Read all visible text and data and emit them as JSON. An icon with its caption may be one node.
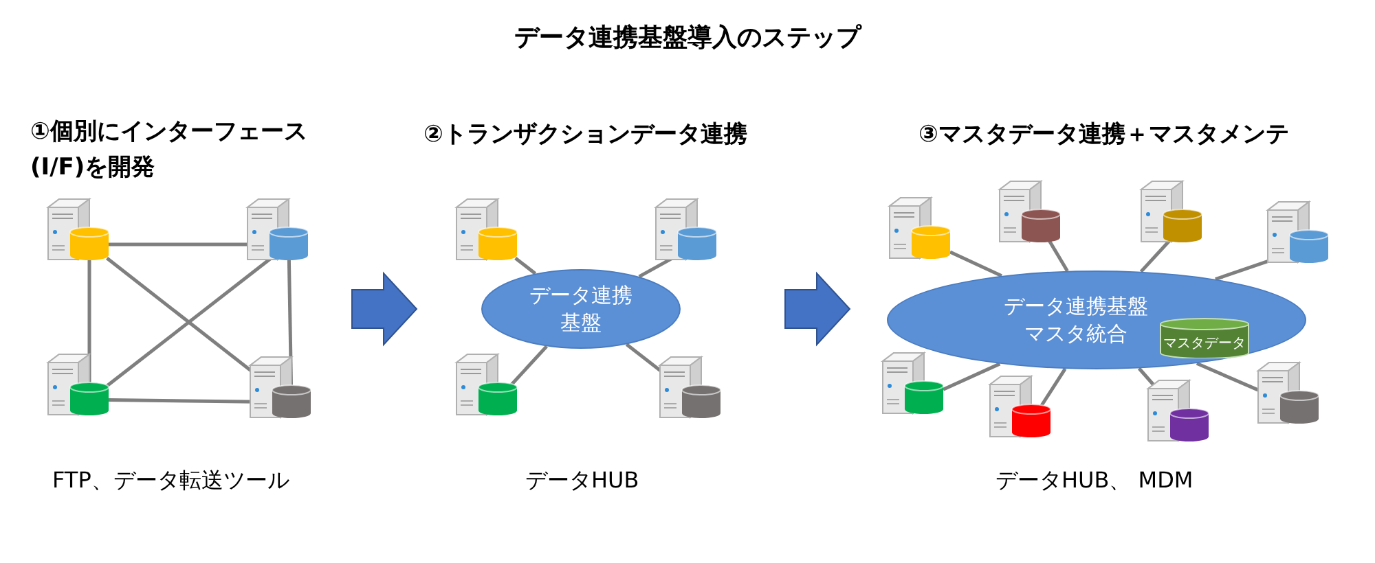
{
  "diagram": {
    "title": "データ連携基盤導入のステップ",
    "nodes": [
      {
        "text": [],
        "shape": "server"
      },
      {
        "text": [],
        "shape": "server"
      },
      {
        "text": [],
        "shape": "server"
      },
      {
        "text": [],
        "shape": "server"
      },
      {
        "text": [],
        "shape": "server"
      },
      {
        "text": [],
        "shape": "server"
      },
      {
        "text": [
          "データ連携基盤"
        ]
      },
      {
        "text": [],
        "shape": "server"
      },
      {
        "text": [],
        "shape": "server"
      },
      {
        "text": [],
        "shape": "server"
      },
      {
        "text": [],
        "shape": "server"
      },
      {
        "text": [],
        "shape": "server"
      },
      {
        "text": [],
        "shape": "server"
      },
      {
        "text": [
          "データ連携基盤マスタ統合"
        ]
      },
      {
        "text": [
          "マスタデータ"
        ],
        "in": 13
      },
      {
        "text": [],
        "shape": "server"
      },
      {
        "text": [],
        "shape": "server"
      },
      {
        "text": [],
        "shape": "server"
      },
      {
        "text": [],
        "shape": "server"
      }
    ],
    "edges": [
      {
        "from": 0,
        "to": 1,
        "arrow": "none"
      },
      {
        "from": 0,
        "to": 2,
        "arrow": "none"
      },
      {
        "from": 0,
        "to": 3,
        "arrow": "none"
      },
      {
        "from": 1,
        "to": 2,
        "arrow": "none"
      },
      {
        "from": 1,
        "to": 3,
        "arrow": "none"
      },
      {
        "from": 2,
        "to": 3,
        "arrow": "none"
      },
      {
        "from": 4,
        "to": 6,
        "arrow": "none"
      },
      {
        "from": 5,
        "to": 6,
        "arrow": "none"
      },
      {
        "from": 7,
        "to": 6,
        "arrow": "none"
      },
      {
        "from": 8,
        "to": 6,
        "arrow": "none"
      },
      {
        "from": 9,
        "to": 13,
        "arrow": "none"
      },
      {
        "from": 10,
        "to": 13,
        "arrow": "none"
      },
      {
        "from": 11,
        "to": 13,
        "arrow": "none"
      },
      {
        "from": 12,
        "to": 13,
        "arrow": "none"
      },
      {
        "from": 15,
        "to": 13,
        "arrow": "none"
      },
      {
        "from": 16,
        "to": 13,
        "arrow": "none"
      },
      {
        "from": 17,
        "to": 13,
        "arrow": "none"
      },
      {
        "from": 18,
        "to": 13,
        "arrow": "none"
      }
    ],
    "labels": [
      "①個別にインターフェース(I/F)を開発",
      "②トランザクションデータ連携",
      "③マスタデータ連携＋マスタメンテ",
      "FTP、データ転送ツール",
      "データHUB",
      "データHUB、 MDM"
    ]
  }
}
